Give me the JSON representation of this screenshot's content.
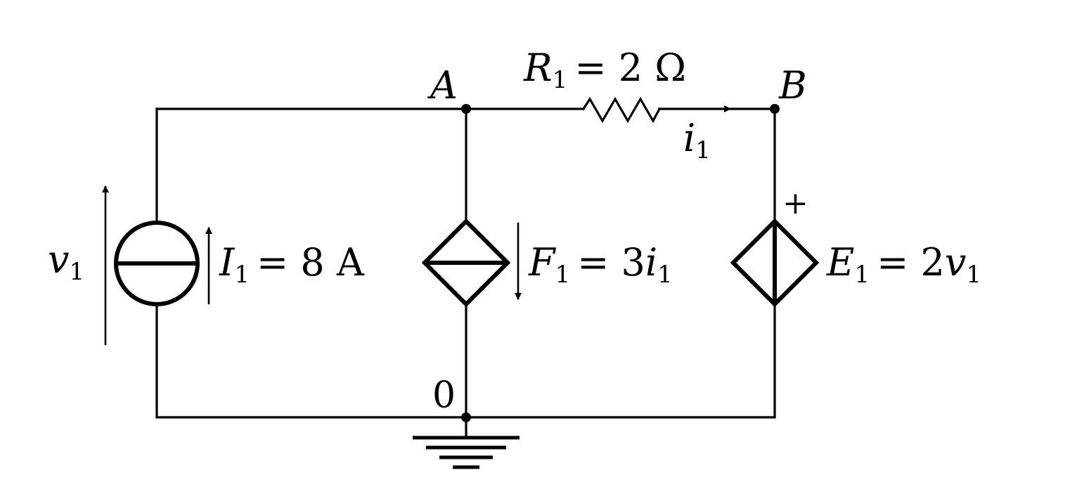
{
  "nodes": {
    "a": "A",
    "b": "B",
    "ground": "0"
  },
  "resistor": {
    "name": "R",
    "index": "1",
    "value": "= 2 Ω"
  },
  "current_i1": {
    "name": "i",
    "index": "1"
  },
  "voltage_v1": {
    "name": "v",
    "index": "1"
  },
  "source_I1": {
    "name": "I",
    "index": "1",
    "value": "= 8 A"
  },
  "source_F1": {
    "name": "F",
    "index": "1",
    "eq": "= 3",
    "ctrl": "i",
    "ctrl_index": "1"
  },
  "source_E1": {
    "name": "E",
    "index": "1",
    "eq": "= 2",
    "ctrl": "v",
    "ctrl_index": "1",
    "polarity": "+"
  }
}
